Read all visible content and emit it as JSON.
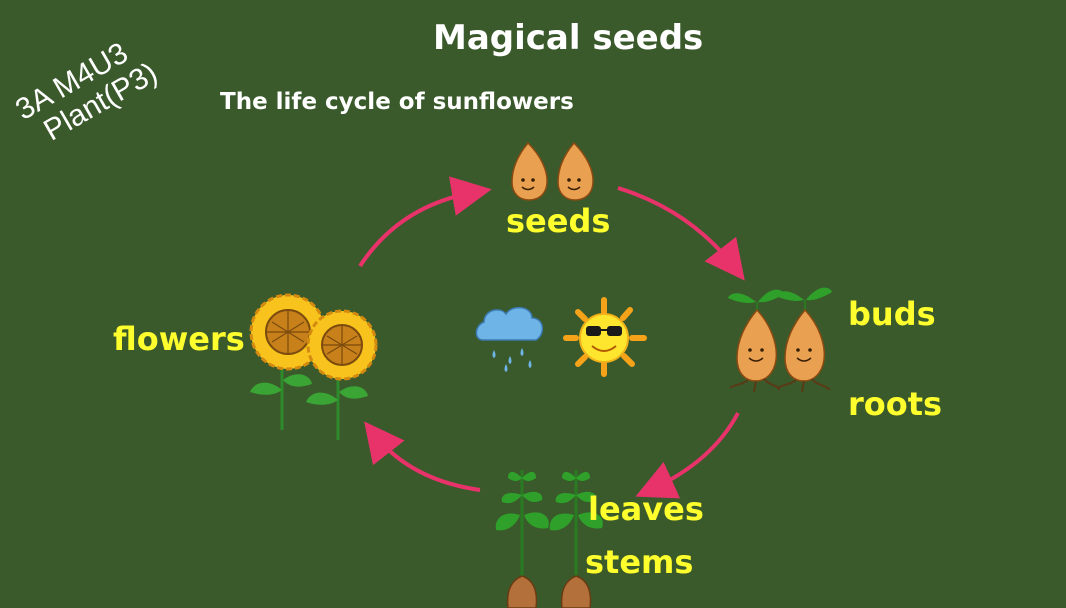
{
  "title": "Magical seeds",
  "subtitle": "The life cycle of sunflowers",
  "corner_label": {
    "line1": "3A M4U3",
    "line2": "Plant(P3)"
  },
  "stages": {
    "seeds": "seeds",
    "buds": "buds",
    "roots": "roots",
    "leaves": "leaves",
    "stems": "stems",
    "flowers": "flowers"
  },
  "colors": {
    "background": "#3a5a2c",
    "label": "#ffff2e",
    "arrow": "#e8336a",
    "text": "#ffffff"
  },
  "icons": [
    "seed-icon",
    "sprout-seed-icon",
    "seedling-icon",
    "sunflower-icon",
    "rain-cloud-icon",
    "sun-with-sunglasses-icon",
    "cycle-arrow-icon"
  ]
}
